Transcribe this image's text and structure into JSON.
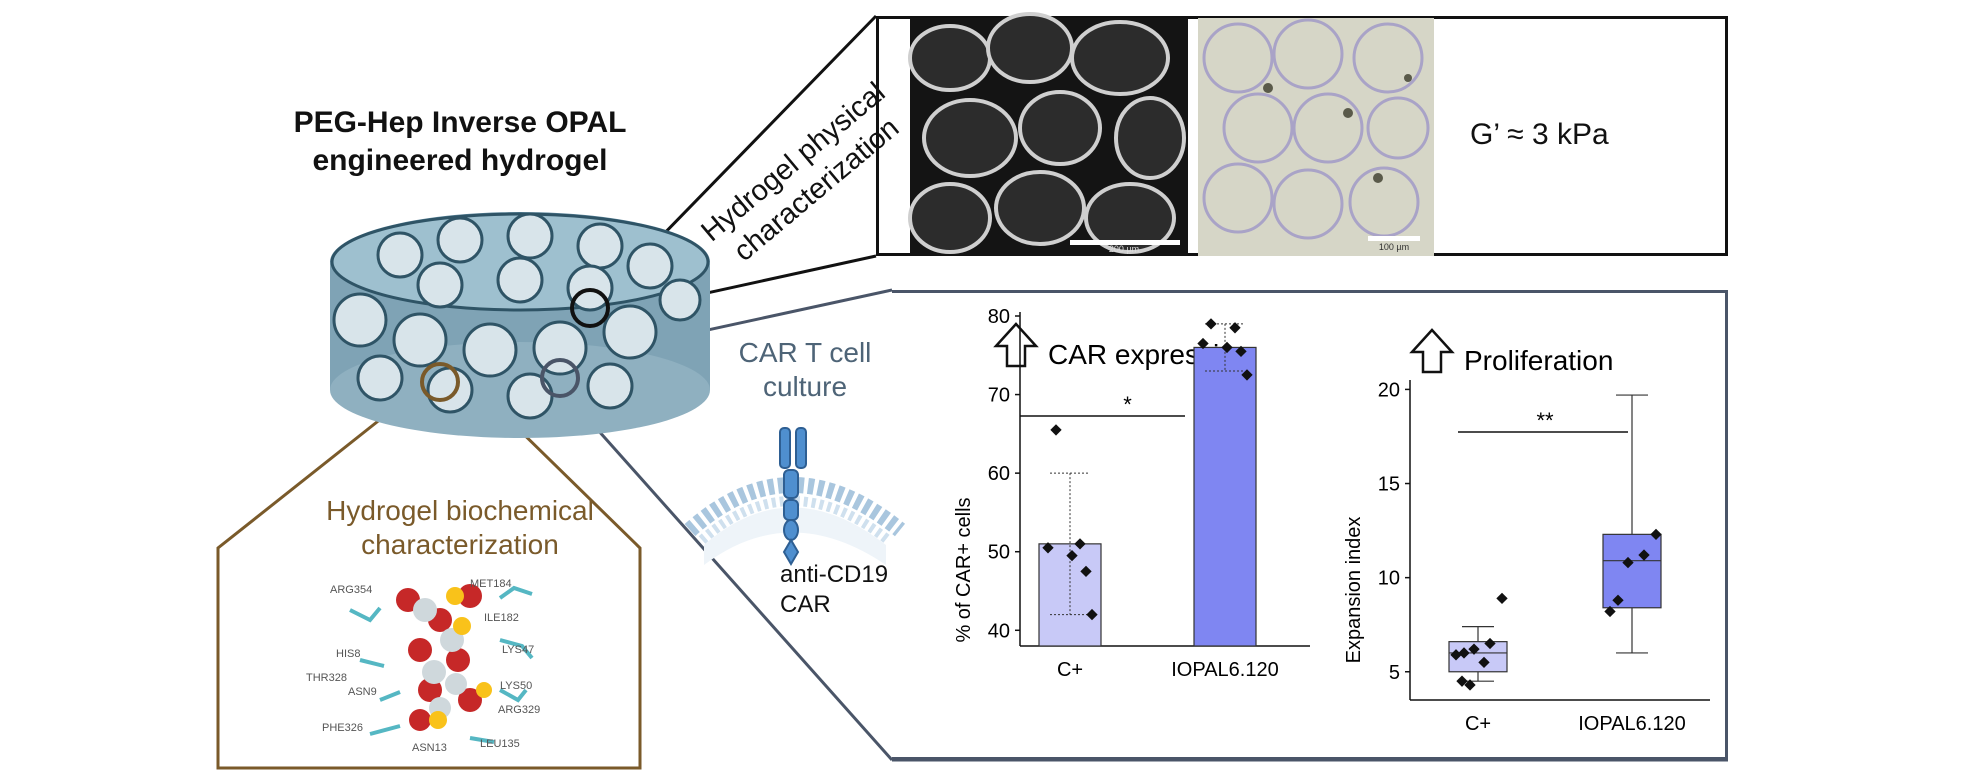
{
  "title": {
    "line1": "PEG-Hep Inverse OPAL",
    "line2": "engineered hydrogel"
  },
  "physical": {
    "label_line1": "Hydrogel physical",
    "label_line2": "characterization",
    "modulus": "G’ ≈ 3 kPa",
    "sem_scale": "200 µm",
    "micro_scale": "100 µm"
  },
  "biochemical": {
    "label_line1": "Hydrogel biochemical",
    "label_line2": "characterization",
    "residues": [
      "ARG354",
      "MET184",
      "ILE182",
      "HIS8",
      "LYS47",
      "THR328",
      "ASN9",
      "LYS50",
      "ARG329",
      "PHE326",
      "ASN13",
      "LEU135"
    ]
  },
  "car": {
    "title_line1": "CAR T cell",
    "title_line2": "culture",
    "receptor_line1": "anti-CD19",
    "receptor_line2": "CAR"
  },
  "colors": {
    "box_dark": "#111111",
    "car_frame": "#4a5568",
    "bio_frame": "#7a5a2a",
    "bar_light": "#c8c9f7",
    "bar_dark": "#7f86f2",
    "box_light": "#c8c9f7",
    "box_dark_fill": "#7f86f2"
  },
  "chart_data": [
    {
      "type": "bar",
      "title": "CAR expression",
      "ylabel": "% of CAR+ cells",
      "categories": [
        "C+",
        "IOPAL6.120"
      ],
      "values": [
        51,
        76
      ],
      "error_low": [
        42,
        73
      ],
      "error_high": [
        60,
        79
      ],
      "ylim": [
        38,
        80
      ],
      "yticks": [
        "40",
        "50",
        "60",
        "70",
        "80"
      ],
      "points": [
        [
          65.5,
          51,
          50.5,
          49.5,
          47.5,
          42
        ],
        [
          79,
          78.5,
          76.5,
          76,
          75.5,
          72.5
        ]
      ],
      "significance": "*"
    },
    {
      "type": "box",
      "title": "Proliferation",
      "ylabel": "Expansion index",
      "categories": [
        "C+",
        "IOPAL6.120"
      ],
      "box": [
        {
          "min": 4.5,
          "q1": 5.0,
          "median": 6.0,
          "q3": 6.6,
          "max": 7.4
        },
        {
          "min": 6.0,
          "q1": 8.4,
          "median": 10.9,
          "q3": 12.3,
          "max": 19.7
        }
      ],
      "points": [
        [
          8.9,
          6.5,
          6.2,
          6.0,
          5.9,
          5.5,
          4.5,
          4.3
        ],
        [
          12.3,
          11.2,
          10.8,
          8.8,
          8.2
        ]
      ],
      "ylim": [
        3.5,
        20.5
      ],
      "yticks": [
        "5",
        "10",
        "15",
        "20"
      ],
      "significance": "**"
    }
  ]
}
